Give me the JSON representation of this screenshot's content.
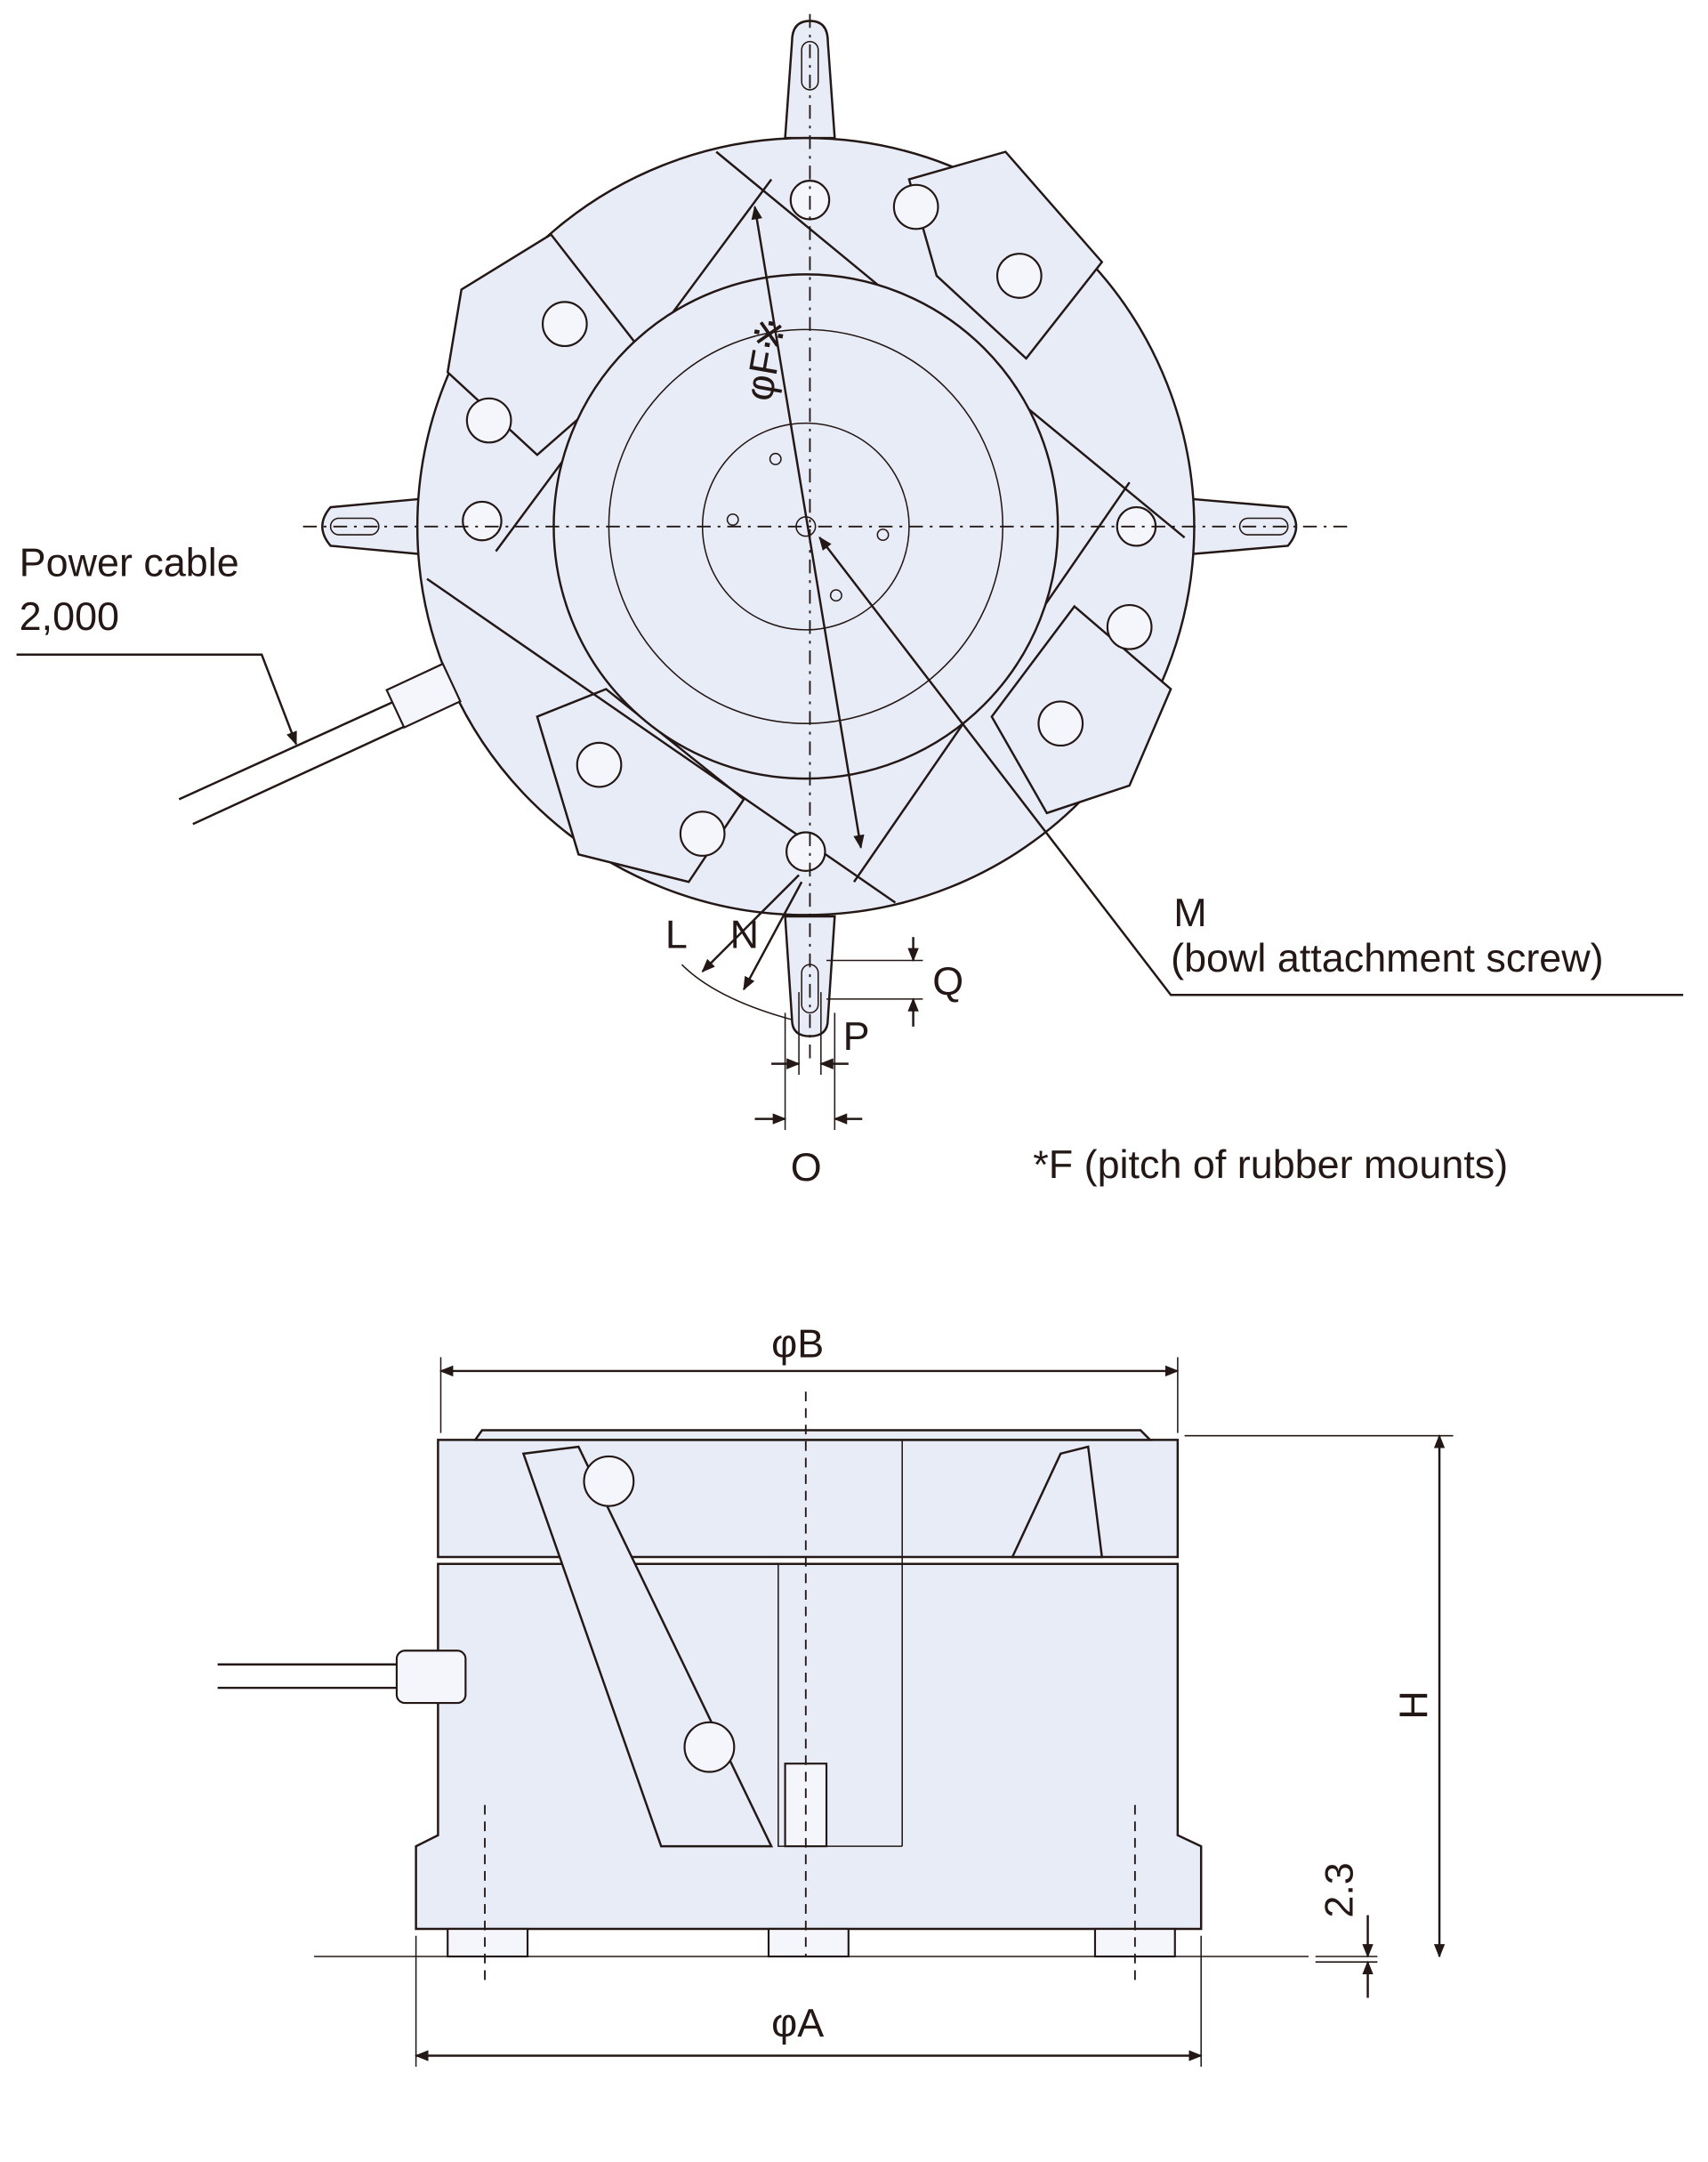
{
  "top_view": {
    "power_cable_label": "Power cable",
    "power_cable_length": "2,000",
    "pitch_label": "φF※",
    "screw_label": "M",
    "screw_desc": "(bowl attachment screw)",
    "dim_L": "L",
    "dim_N": "N",
    "dim_Q": "Q",
    "dim_P": "P",
    "dim_O": "O",
    "footnote": "*F (pitch of rubber mounts)"
  },
  "side_view": {
    "dim_B": "φB",
    "dim_A": "φA",
    "dim_H": "H",
    "dim_gap": "2.3"
  },
  "colors": {
    "body_fill": "#e8ecf7",
    "line": "#231815"
  }
}
